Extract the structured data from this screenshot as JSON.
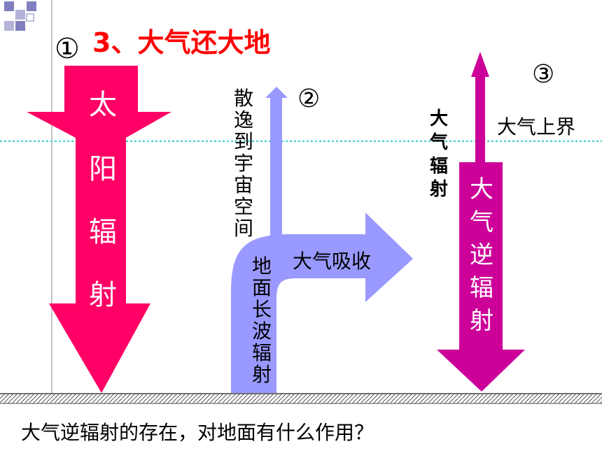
{
  "slide_title": "3、大气还大地",
  "markers": {
    "m1": "①",
    "m2": "②",
    "m3": "③"
  },
  "solar_radiation_chars": [
    "太",
    "阳",
    "辐",
    "射"
  ],
  "escape_to_space_chars": [
    "散",
    "逸",
    "到",
    "宇",
    "宙",
    "空",
    "间"
  ],
  "ground_longwave_chars": [
    "地",
    "面",
    "长",
    "波",
    "辐",
    "射"
  ],
  "atmospheric_absorption": "大气吸收",
  "atmospheric_radiation_chars": [
    "大",
    "气",
    "辐",
    "射"
  ],
  "atmospheric_counter_radiation_chars": [
    "大",
    "气",
    "逆",
    "辐",
    "射"
  ],
  "upper_atmosphere_boundary": "大气上界",
  "question": "大气逆辐射的存在，对地面有什么作用？",
  "colors": {
    "solar": "#ff0066",
    "ground_longwave": "#9999ff",
    "atmospheric": "#cc0099",
    "title_red": "#ff0000",
    "boundary_line": "#33cccc"
  }
}
